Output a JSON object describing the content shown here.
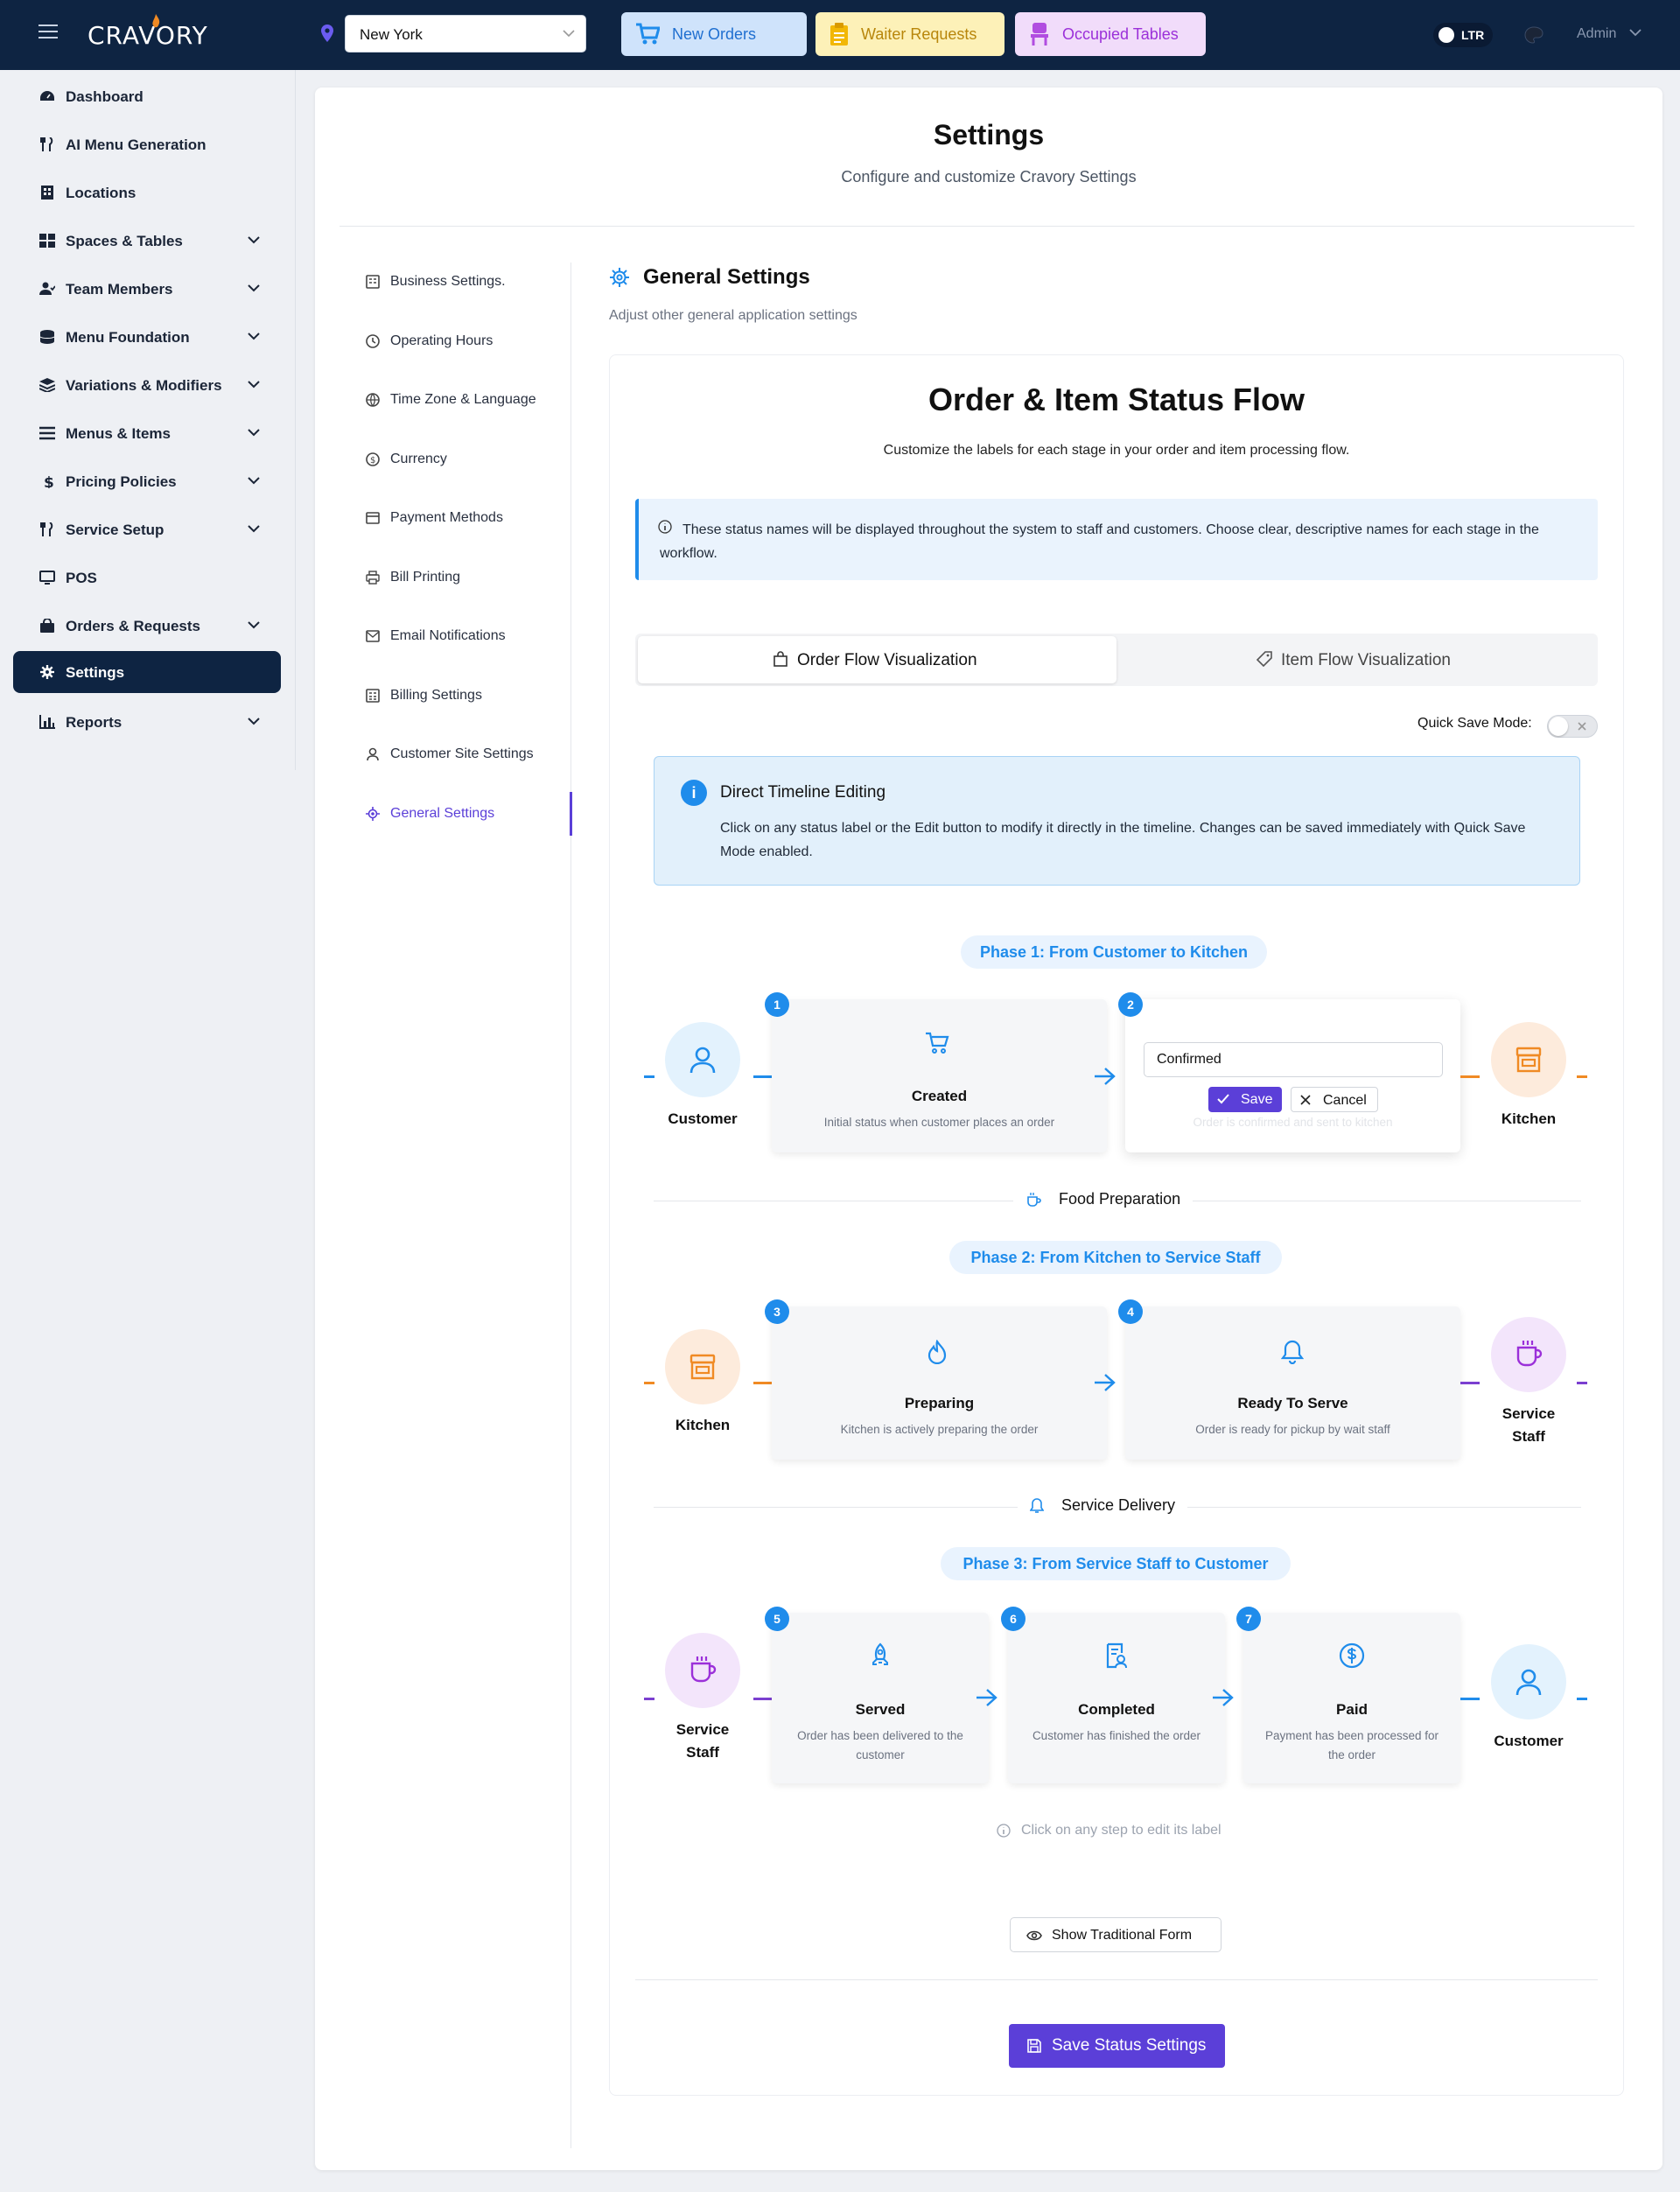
{
  "topbar": {
    "logo": "CRAVORY",
    "location": "New York",
    "quick": [
      {
        "label": "New Orders",
        "icon": "cart-icon"
      },
      {
        "label": "Waiter Requests",
        "icon": "clipboard-icon"
      },
      {
        "label": "Occupied Tables",
        "icon": "chair-icon"
      }
    ],
    "ltr": "LTR",
    "admin": "Admin"
  },
  "sidebar": {
    "items": [
      {
        "label": "Dashboard"
      },
      {
        "label": "AI Menu Generation"
      },
      {
        "label": "Locations"
      },
      {
        "label": "Spaces & Tables"
      },
      {
        "label": "Team Members"
      },
      {
        "label": "Menu Foundation"
      },
      {
        "label": "Variations & Modifiers"
      },
      {
        "label": "Menus & Items"
      },
      {
        "label": "Pricing Policies"
      },
      {
        "label": "Service Setup"
      },
      {
        "label": "POS"
      },
      {
        "label": "Orders & Requests"
      },
      {
        "label": "Settings"
      },
      {
        "label": "Reports"
      }
    ]
  },
  "page": {
    "title": "Settings",
    "subtitle": "Configure and customize Cravory Settings"
  },
  "settings_nav": [
    {
      "label": "Business Settings."
    },
    {
      "label": "Operating Hours"
    },
    {
      "label": "Time Zone & Language"
    },
    {
      "label": "Currency"
    },
    {
      "label": "Payment Methods"
    },
    {
      "label": "Bill Printing"
    },
    {
      "label": "Email Notifications"
    },
    {
      "label": "Billing Settings"
    },
    {
      "label": "Customer Site Settings"
    },
    {
      "label": "General Settings"
    }
  ],
  "section": {
    "title": "General Settings",
    "subtitle": "Adjust other general application settings"
  },
  "flow": {
    "title": "Order & Item Status Flow",
    "subtitle": "Customize the labels for each stage in your order and item processing flow.",
    "info": "These status names will be displayed throughout the system to staff and customers. Choose clear, descriptive names for each stage in the workflow.",
    "tab_order": "Order Flow Visualization",
    "tab_item": "Item Flow Visualization",
    "quick_save": "Quick Save Mode:",
    "direct_title": "Direct Timeline Editing",
    "direct_text": "Click on any status label or the Edit button to modify it directly in the timeline. Changes can be saved immediately with Quick Save Mode enabled.",
    "phase1": "Phase 1: From Customer to Kitchen",
    "phase2": "Phase 2: From Kitchen to Service Staff",
    "phase3": "Phase 3: From Service Staff to Customer",
    "sep1": "Food Preparation",
    "sep2": "Service Delivery",
    "nodes": {
      "customer": "Customer",
      "kitchen": "Kitchen",
      "service_staff_1": "Service",
      "service_staff_2": "Staff"
    },
    "steps": [
      {
        "n": "1",
        "title": "Created",
        "desc": "Initial status when customer places an order"
      },
      {
        "n": "2",
        "title": "Confirmed",
        "desc": "Order is confirmed and sent to kitchen"
      },
      {
        "n": "3",
        "title": "Preparing",
        "desc": "Kitchen is actively preparing the order"
      },
      {
        "n": "4",
        "title": "Ready To Serve",
        "desc": "Order is ready for pickup by wait staff"
      },
      {
        "n": "5",
        "title": "Served",
        "desc": "Order has been delivered to the customer"
      },
      {
        "n": "6",
        "title": "Completed",
        "desc": "Customer has finished the order"
      },
      {
        "n": "7",
        "title": "Paid",
        "desc": "Payment has been processed for the order"
      }
    ],
    "edit_value": "Confirmed",
    "save": "Save",
    "cancel": "Cancel",
    "hint": "Click on any step to edit its label",
    "show_form": "Show Traditional Form",
    "save_settings": "Save Status Settings"
  },
  "colors": {
    "navy": "#0e2442",
    "accent": "#5b3fd8",
    "blue": "#1f8ceb",
    "orange": "#f08a24",
    "purple": "#7b3fd0"
  }
}
